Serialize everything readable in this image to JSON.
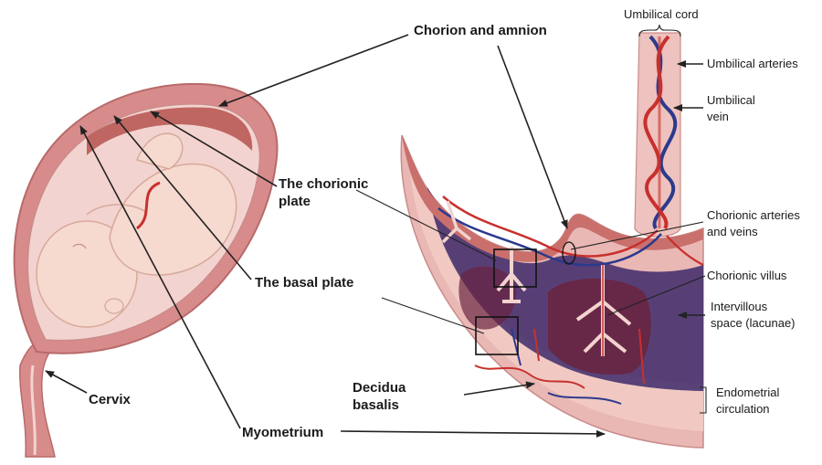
{
  "labels": {
    "chorion_and_amnion": "Chorion and amnion",
    "chorionic_plate_line1": "The chorionic",
    "chorionic_plate_line2": "plate",
    "basal_plate": "The basal plate",
    "cervix": "Cervix",
    "myometrium": "Myometrium",
    "decidua_line1": "Decidua",
    "decidua_line2": "basalis",
    "umbilical_cord": "Umbilical cord",
    "umbilical_arteries": "Umbilical arteries",
    "umbilical_vein_line1": "Umbilical",
    "umbilical_vein_line2": "vein",
    "chorionic_av_line1": "Chorionic arteries",
    "chorionic_av_line2": "and veins",
    "chorionic_villus": "Chorionic villus",
    "intervillous_line1": "Intervillous",
    "intervillous_line2": "space (lacunae)",
    "endometrial_line1": "Endometrial",
    "endometrial_line2": "circulation"
  },
  "colors": {
    "uterus_wall": "#d88b8b",
    "uterus_inner": "#f3d3cf",
    "fetus": "#f6d9cf",
    "placenta_outer": "#e9b7b4",
    "decidua": "#f1c9c2",
    "intervillous": "#3d2a6b",
    "artery": "#c8302d",
    "vein": "#2c3a8c"
  }
}
